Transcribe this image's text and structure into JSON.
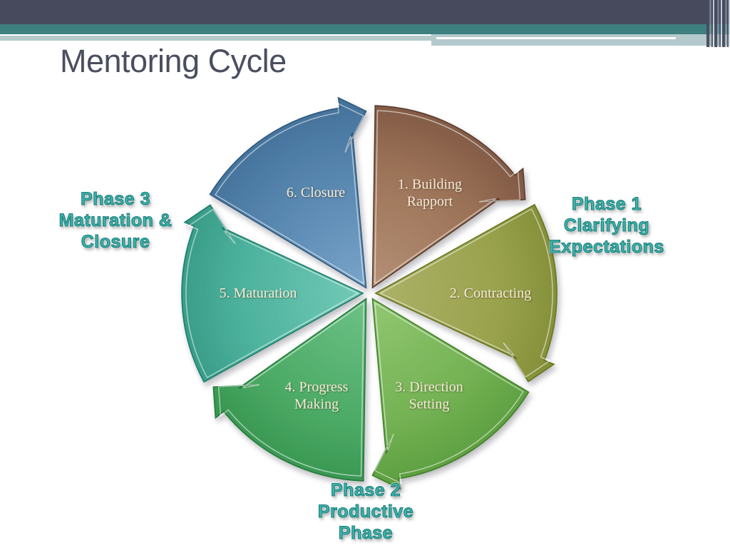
{
  "slide": {
    "title": "Mentoring Cycle"
  },
  "theme": {
    "background": "#ffffff",
    "header_dark_band": "#464a5c",
    "header_teal_band": "#3e7f80",
    "header_light_band": "#b4c9cb",
    "title_color": "#4a4e5f",
    "phase_text_fill": "#3eb4ac",
    "phase_text_outline": "#1a7d79",
    "segment_text_color": "#f5ecd8"
  },
  "diagram": {
    "type": "cycle",
    "flow_direction": "clockwise",
    "segments": [
      {
        "id": "building-rapport",
        "order": 1,
        "label_lines": [
          "1. Building",
          "Rapport"
        ],
        "color_light": "#b69278",
        "color_mid": "#9b7257",
        "color_dark": "#7a5340",
        "edge": "#5a3b2b"
      },
      {
        "id": "contracting",
        "order": 2,
        "label_lines": [
          "2. Contracting"
        ],
        "color_light": "#adb269",
        "color_mid": "#9aa24d",
        "color_dark": "#7e8a33",
        "edge": "#67741f"
      },
      {
        "id": "direction-setting",
        "order": 3,
        "label_lines": [
          "3. Direction",
          "Setting"
        ],
        "color_light": "#93c873",
        "color_mid": "#74b254",
        "color_dark": "#579a3b",
        "edge": "#417f27"
      },
      {
        "id": "progress-making",
        "order": 4,
        "label_lines": [
          "4. Progress",
          "Making"
        ],
        "color_light": "#6fc287",
        "color_mid": "#4cab66",
        "color_dark": "#33914c",
        "edge": "#217a39"
      },
      {
        "id": "maturation",
        "order": 5,
        "label_lines": [
          "5. Maturation"
        ],
        "color_light": "#74cbb8",
        "color_mid": "#4db29d",
        "color_dark": "#329581",
        "edge": "#1e7e6c"
      },
      {
        "id": "closure",
        "order": 6,
        "label_lines": [
          "6. Closure"
        ],
        "color_light": "#7ba6cc",
        "color_mid": "#5584ad",
        "color_dark": "#406d96",
        "edge": "#2e587e"
      }
    ],
    "phases": [
      {
        "id": "phase-1",
        "lines": [
          "Phase 1",
          "Clarifying",
          "Expectations"
        ]
      },
      {
        "id": "phase-2",
        "lines": [
          "Phase 2",
          "Productive",
          "Phase"
        ]
      },
      {
        "id": "phase-3",
        "lines": [
          "Phase 3",
          "Maturation &",
          "Closure"
        ]
      }
    ]
  }
}
